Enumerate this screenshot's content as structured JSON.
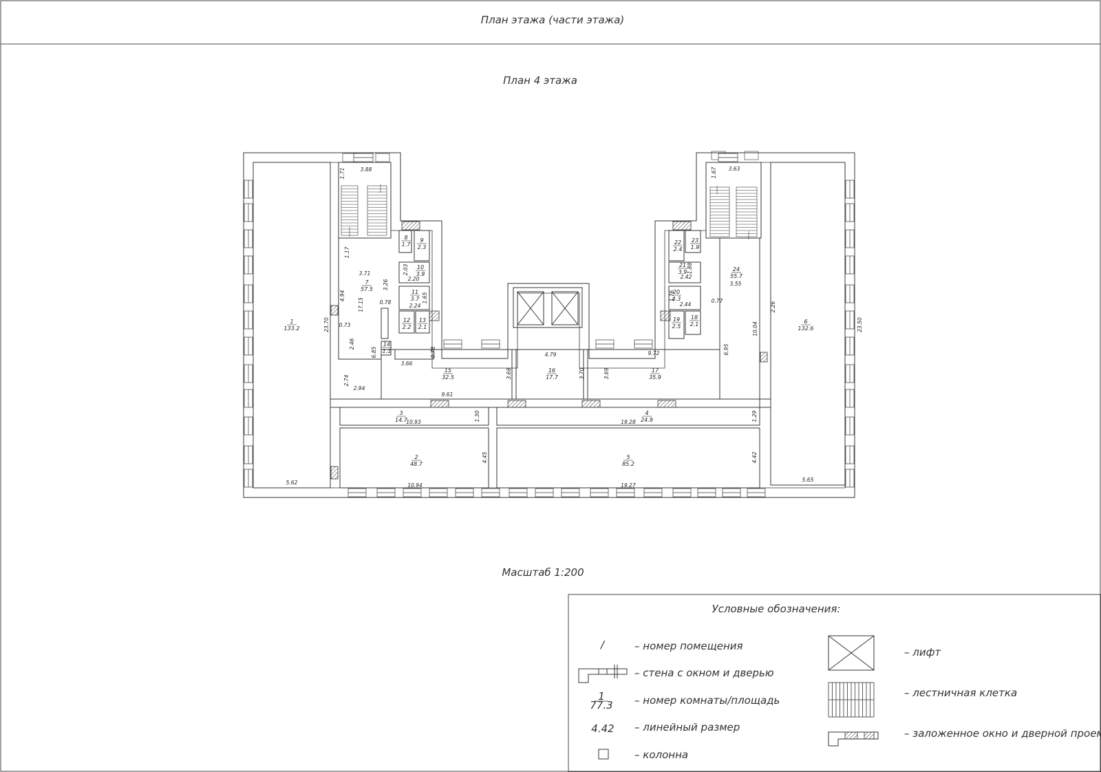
{
  "header": {
    "title": "План этажа (части этажа)"
  },
  "plan": {
    "title": "План 4 этажа",
    "scale": "Масштаб 1:200"
  },
  "rooms": [
    {
      "num": "1",
      "area": "133.2"
    },
    {
      "num": "2",
      "area": "48.7"
    },
    {
      "num": "3",
      "area": "14.7"
    },
    {
      "num": "4",
      "area": "24.9"
    },
    {
      "num": "5",
      "area": "85.2"
    },
    {
      "num": "6",
      "area": "132.6"
    },
    {
      "num": "7",
      "area": "57.5"
    },
    {
      "num": "8",
      "area": "1.7"
    },
    {
      "num": "9",
      "area": "2.3"
    },
    {
      "num": "10",
      "area": "3.9"
    },
    {
      "num": "11",
      "area": "3.7"
    },
    {
      "num": "12",
      "area": "2.2"
    },
    {
      "num": "13",
      "area": "2.1"
    },
    {
      "num": "14",
      "area": "1.1"
    },
    {
      "num": "15",
      "area": "32.5"
    },
    {
      "num": "16",
      "area": "17.7"
    },
    {
      "num": "17",
      "area": "35.9"
    },
    {
      "num": "18",
      "area": "2.1"
    },
    {
      "num": "19",
      "area": "2.5"
    },
    {
      "num": "20",
      "area": "4.3"
    },
    {
      "num": "21",
      "area": "3.9"
    },
    {
      "num": "22",
      "area": "2.4"
    },
    {
      "num": "23",
      "area": "1.9"
    },
    {
      "num": "24",
      "area": "55.7"
    }
  ],
  "dimensions": [
    "1.71",
    "3.88",
    "1.17",
    "3.71",
    "3.26",
    "4.94",
    "17.15",
    "0.78",
    "2.03",
    "2.20",
    "1.65",
    "2.24",
    "23.70",
    "0.73",
    "2.46",
    "6.85",
    "0.78",
    "3.66",
    "2.74",
    "2.94",
    "9.61",
    "3.68",
    "4.79",
    "3.70",
    "3.69",
    "9.72",
    "6.95",
    "1.30",
    "10.93",
    "19.28",
    "1.29",
    "4.45",
    "4.42",
    "10.94",
    "19.27",
    "5.62",
    "5.65",
    "1.67",
    "3.63",
    "1.88",
    "2.42",
    "3.55",
    "1.76",
    "2.44",
    "0.77",
    "2.26",
    "10.04",
    "23.50"
  ],
  "legend": {
    "title": "Условные обозначения:",
    "items": [
      {
        "sample": "/",
        "label": "– номер помещения"
      },
      {
        "sample": "",
        "label": "– стена с окном и дверью"
      },
      {
        "sample_num": "1",
        "sample_area": "77.3",
        "label": "– номер комнаты/площадь"
      },
      {
        "sample": "4.42",
        "label": "– линейный размер"
      },
      {
        "sample": "",
        "label": "– колонна"
      },
      {
        "sample": "",
        "label": "– лифт"
      },
      {
        "sample": "",
        "label": "– лестничная клетка"
      },
      {
        "sample": "",
        "label": "– заложенное окно и дверной проем"
      }
    ]
  }
}
